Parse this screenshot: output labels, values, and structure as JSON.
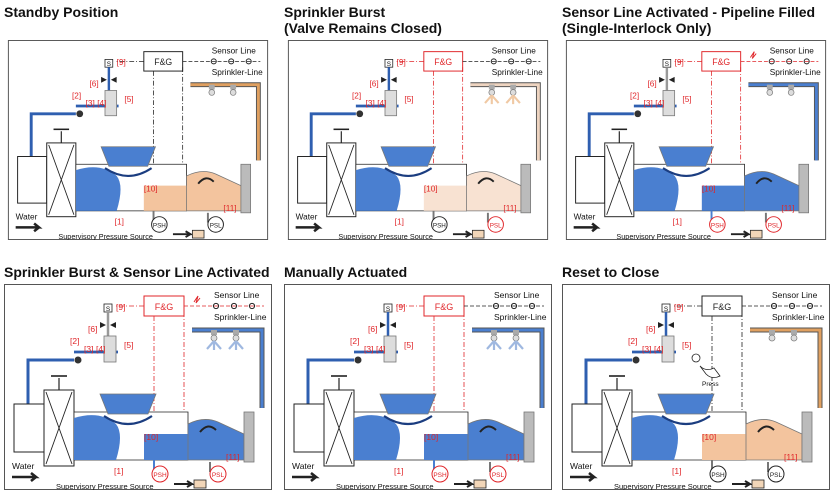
{
  "panels": [
    {
      "id": "standby",
      "title_lines": [
        "Standby Position"
      ],
      "state": {
        "pipeline": "dry",
        "sensor_active": false,
        "spray": false,
        "fg_red": false,
        "psh_red": false,
        "psl_red": false,
        "reset_hand": false
      }
    },
    {
      "id": "sprinkler-burst",
      "title_lines": [
        "Sprinkler Burst",
        "(Valve Remains Closed)"
      ],
      "state": {
        "pipeline": "pale",
        "sensor_active": false,
        "spray": true,
        "fg_red": true,
        "psh_red": false,
        "psl_red": true,
        "reset_hand": false
      }
    },
    {
      "id": "sensor-line-activated",
      "title_lines": [
        "Sensor Line Activated - Pipeline Filled",
        "(Single-Interlock Only)"
      ],
      "state": {
        "pipeline": "water",
        "sensor_active": true,
        "spray": false,
        "fg_red": true,
        "psh_red": true,
        "psl_red": true,
        "reset_hand": false
      }
    },
    {
      "id": "sprinkler-and-sensor",
      "title_lines": [
        "Sprinkler Burst & Sensor Line Activated"
      ],
      "state": {
        "pipeline": "water",
        "sensor_active": true,
        "spray": true,
        "fg_red": true,
        "psh_red": true,
        "psl_red": true,
        "reset_hand": false
      }
    },
    {
      "id": "manually-actuated",
      "title_lines": [
        "Manually Actuated"
      ],
      "state": {
        "pipeline": "water",
        "sensor_active": false,
        "spray": true,
        "fg_red": true,
        "psh_red": true,
        "psl_red": true,
        "reset_hand": false
      }
    },
    {
      "id": "reset-to-close",
      "title_lines": [
        "Reset to Close"
      ],
      "state": {
        "pipeline": "dry",
        "sensor_active": false,
        "spray": false,
        "fg_red": false,
        "psh_red": false,
        "psl_red": false,
        "reset_hand": true
      }
    }
  ],
  "labels": {
    "fg": "F&G",
    "sensor_line": "Sensor Line",
    "sprinkler_line": "Sprinkler-Line",
    "water": "Water",
    "supervisory": "Supervisory Pressure Source",
    "psh": "PSH",
    "psl": "PSL",
    "press": "Press",
    "s": "S",
    "n1": "[1]",
    "n2": "[2]",
    "n3": "[3]",
    "n4": "[4]",
    "n5": "[5]",
    "n6": "[6]",
    "n9": "[9]",
    "n10": "[10]",
    "n11": "[11]"
  },
  "colors": {
    "water": "#4a7fd0",
    "water_dark": "#2f5fb0",
    "dry_pipeline": "#f3c49e",
    "pale_pipeline": "#f8e2d2",
    "body_grey": "#b8b8b8",
    "body_grey_dark": "#8a8a8a",
    "alarm_red": "#e0262a",
    "line_black": "#222222",
    "spray_blue": "#9fb8e0",
    "spray_orange": "#f0c9a4"
  }
}
